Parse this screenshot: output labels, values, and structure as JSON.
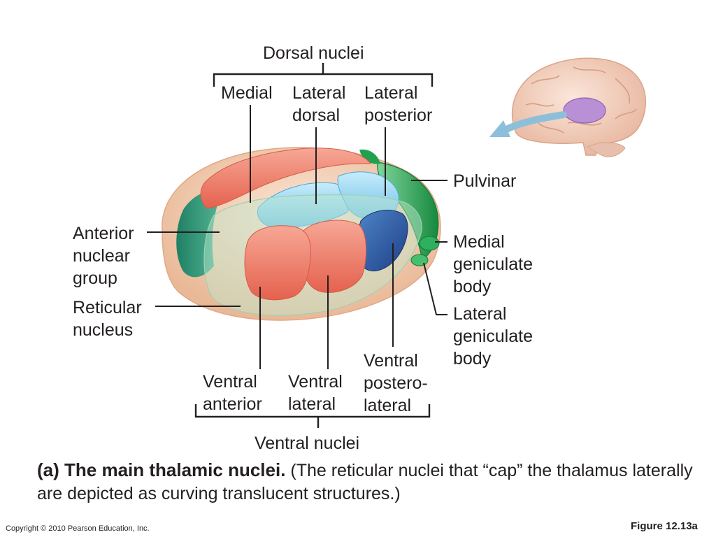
{
  "labels": {
    "dorsal_nuclei": "Dorsal nuclei",
    "medial": "Medial",
    "lateral_dorsal": "Lateral\ndorsal",
    "lateral_posterior": "Lateral\nposterior",
    "pulvinar": "Pulvinar",
    "anterior_nuclear_group": "Anterior\nnuclear\ngroup",
    "reticular_nucleus": "Reticular\nnucleus",
    "medial_geniculate_body": "Medial\ngeniculate\nbody",
    "lateral_geniculate_body": "Lateral\ngeniculate\nbody",
    "ventral_anterior": "Ventral\nanterior",
    "ventral_lateral": "Ventral\nlateral",
    "ventral_posterolateral": "Ventral\npostero-\nlateral",
    "ventral_nuclei": "Ventral nuclei"
  },
  "caption": {
    "title": "(a) The main thalamic nuclei.",
    "text": " (The reticular nuclei that “cap” the thalamus laterally are depicted as curving translucent structures.)"
  },
  "footer": {
    "copyright": "Copyright © 2010 Pearson Education, Inc.",
    "figure": "Figure 12.13a"
  },
  "colors": {
    "salmon": "#ef7b66",
    "light_blue": "#8fd0ee",
    "dark_blue": "#2f5fa8",
    "green": "#27a85a",
    "teal": "#2a9a7c",
    "capsule": "#f2d2b6",
    "brain": "#f5d5c4",
    "thalamus_highlight": "#b98fd6"
  }
}
